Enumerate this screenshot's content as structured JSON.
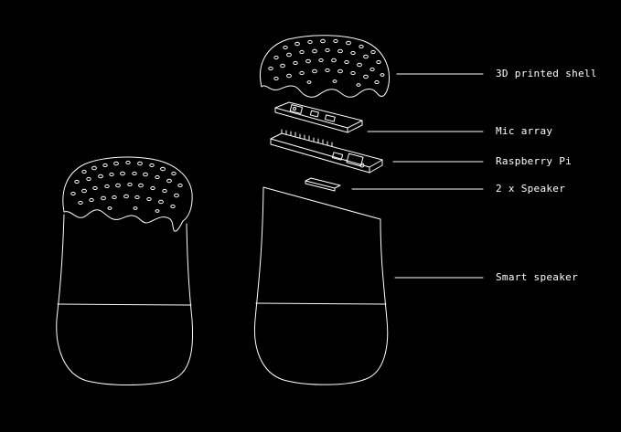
{
  "labels": {
    "shell": "3D printed shell",
    "mic": "Mic array",
    "pi": "Raspberry Pi",
    "speaker": "2 x Speaker",
    "smart": "Smart speaker"
  },
  "colors": {
    "background": "#000000",
    "line": "#ffffff"
  }
}
